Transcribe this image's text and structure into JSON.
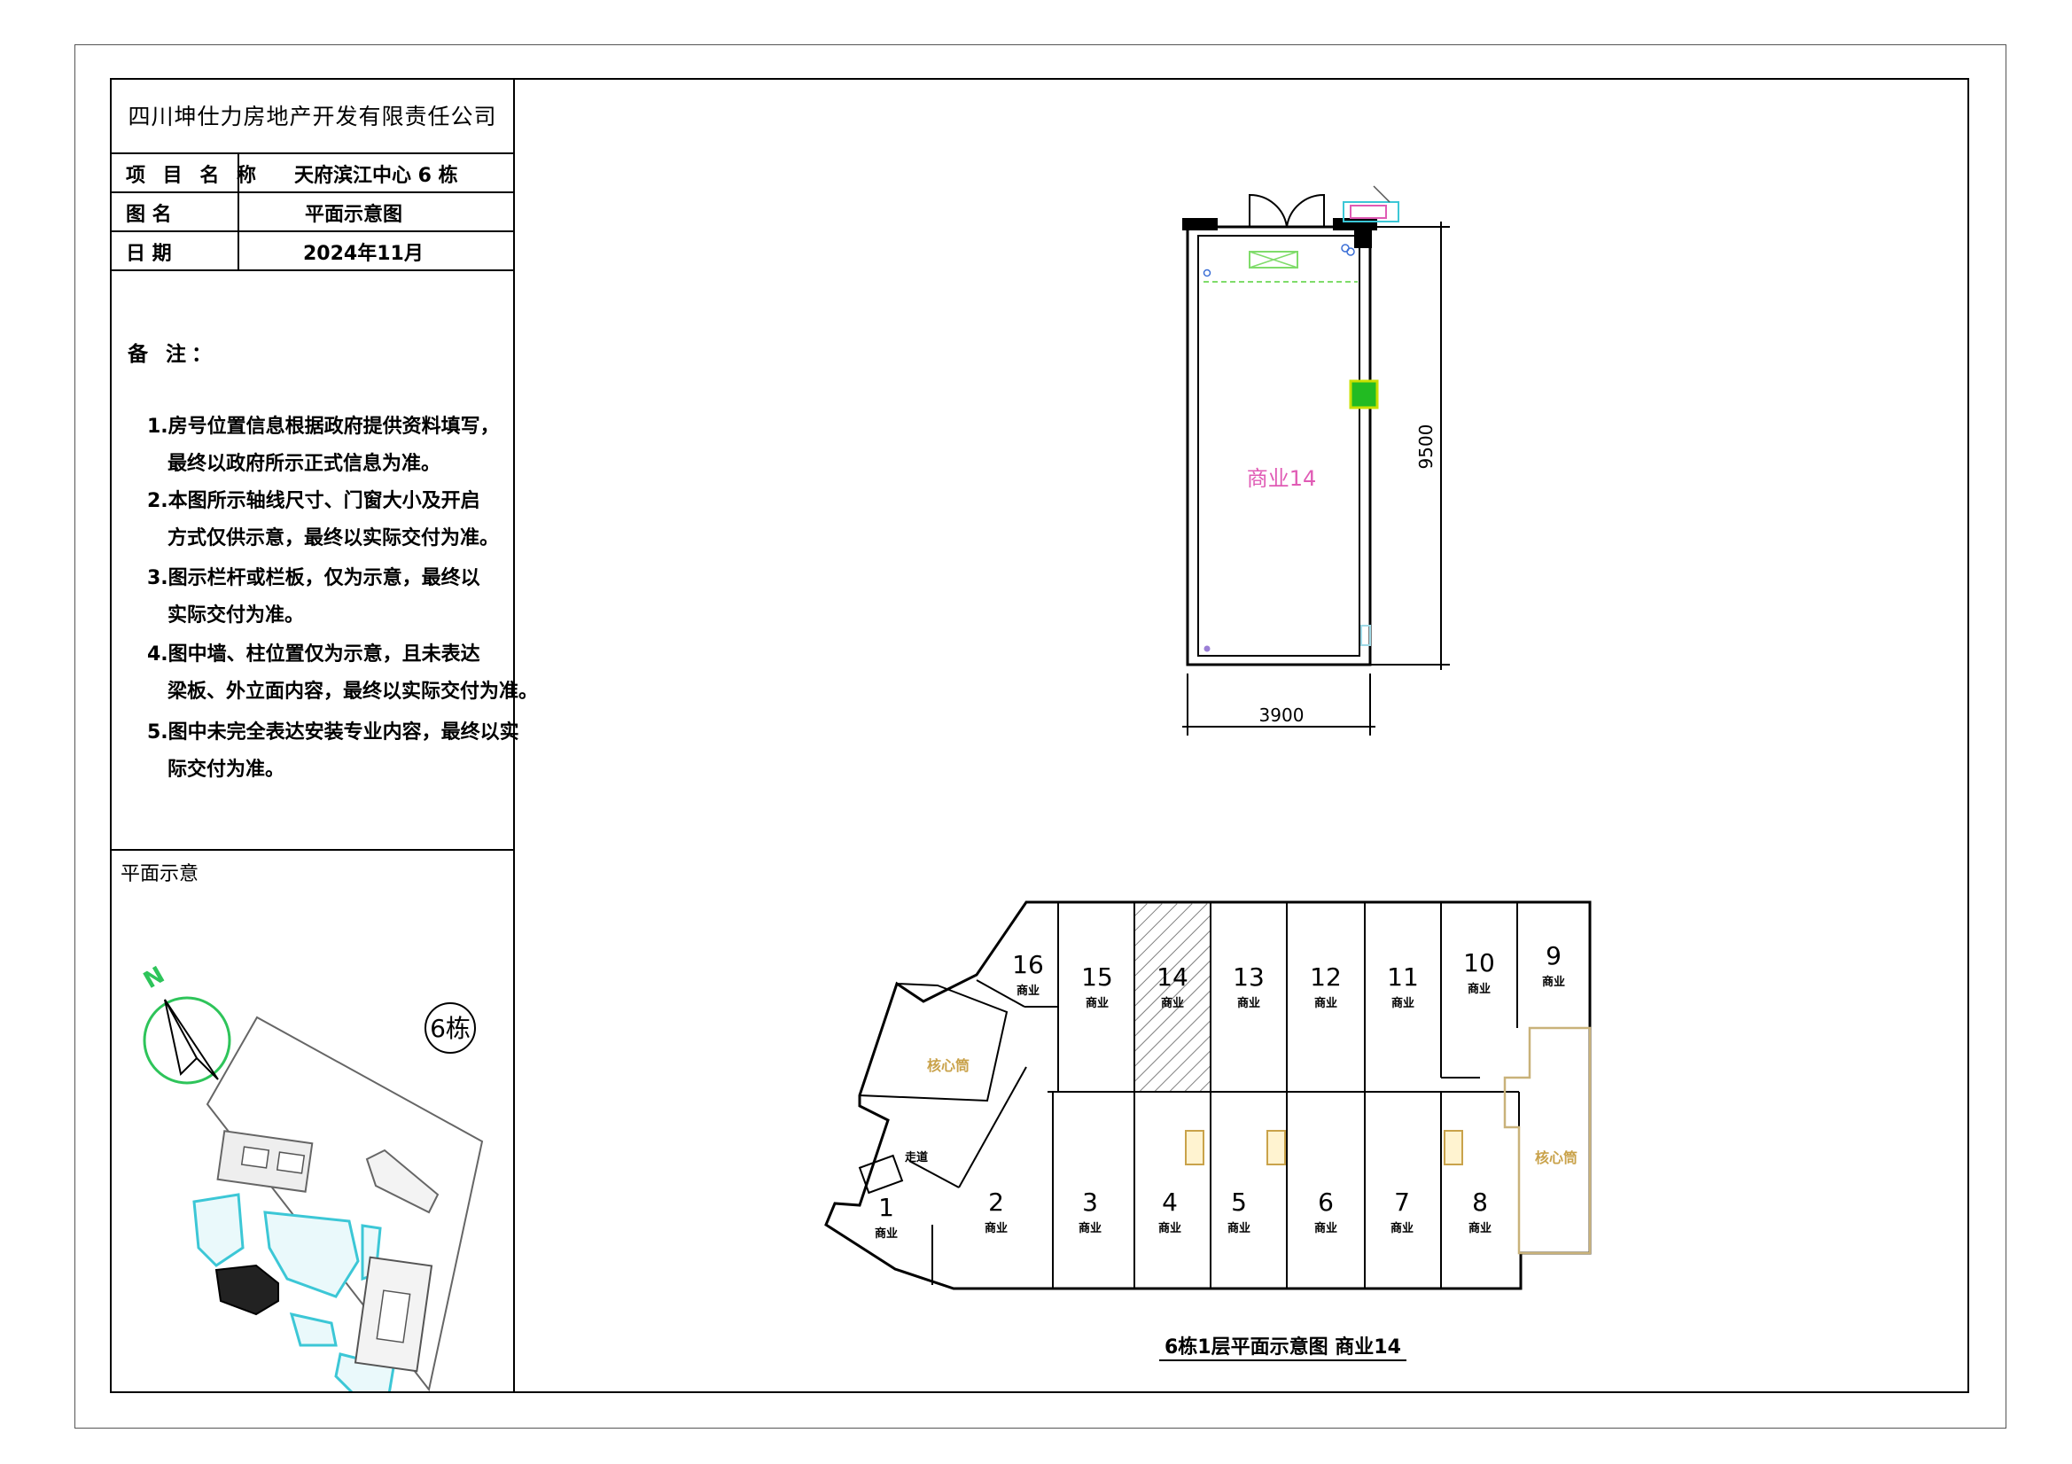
{
  "company": "四川坤仕力房地产开发有限责任公司",
  "info": {
    "project_label": "项 目 名 称",
    "project_value": "天府滨江中心  6  栋",
    "drawing_label": "图      名",
    "drawing_value": "平面示意图",
    "date_label": "日      期",
    "date_value": "2024年11月"
  },
  "notes": {
    "title": "备 注：",
    "lines": [
      "1.房号位置信息根据政府提供资料填写，",
      "   最终以政府所示正式信息为准。",
      "2.本图所示轴线尺寸、门窗大小及开启",
      "   方式仅供示意，最终以实际交付为准。",
      "3.图示栏杆或栏板，仅为示意，最终以",
      "   实际交付为准。",
      "4.图中墙、柱位置仅为示意，且未表达",
      "   梁板、外立面内容，最终以实际交付为准。",
      "5.图中未完全表达安装专业内容，最终以实",
      "   际交付为准。"
    ]
  },
  "key_plan": {
    "title": "平面示意",
    "north": "N",
    "building_tag": "6栋"
  },
  "unit_plan": {
    "label": "商业14",
    "dim_height": "9500",
    "dim_width": "3900",
    "accent_color": "#e05bb5",
    "column_color": "#22bb22"
  },
  "floor_plan": {
    "caption": "6栋1层平面示意图   商业14",
    "highlight": "14",
    "top_units": [
      {
        "num": "16",
        "use": "商业"
      },
      {
        "num": "15",
        "use": "商业"
      },
      {
        "num": "14",
        "use": "商业"
      },
      {
        "num": "13",
        "use": "商业"
      },
      {
        "num": "12",
        "use": "商业"
      },
      {
        "num": "11",
        "use": "商业"
      },
      {
        "num": "10",
        "use": "商业"
      },
      {
        "num": "9",
        "use": "商业"
      }
    ],
    "bottom_units": [
      {
        "num": "1",
        "use": "商业"
      },
      {
        "num": "2",
        "use": "商业"
      },
      {
        "num": "3",
        "use": "商业"
      },
      {
        "num": "4",
        "use": "商业"
      },
      {
        "num": "5",
        "use": "商业"
      },
      {
        "num": "6",
        "use": "商业"
      },
      {
        "num": "7",
        "use": "商业"
      },
      {
        "num": "8",
        "use": "商业"
      }
    ],
    "core_label": "核心筒",
    "corridor_label": "走道"
  }
}
